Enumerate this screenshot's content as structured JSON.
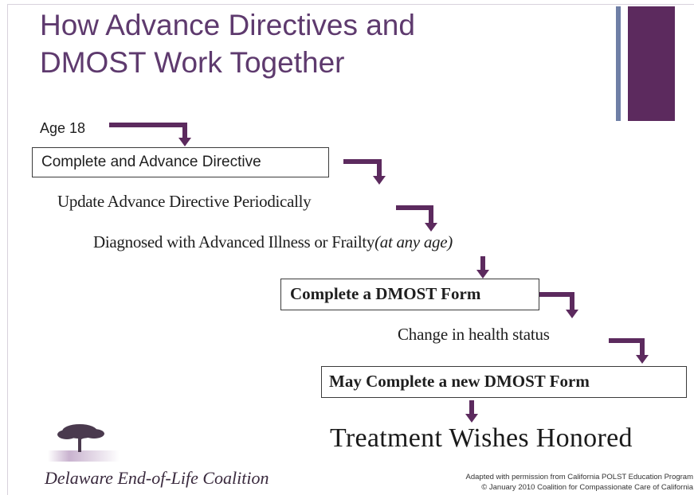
{
  "slide": {
    "title_line1": "How Advance Directives and",
    "title_line2": "DMOST Work Together",
    "accent_color": "#5c2a5e",
    "accent_line_color": "#6f7fa6",
    "title_color": "#5e3a6e"
  },
  "flow": {
    "steps": [
      {
        "text": "Age 18",
        "boxed": false
      },
      {
        "text": "Complete and Advance Directive",
        "boxed": true
      },
      {
        "text": "Update Advance Directive Periodically",
        "boxed": false
      },
      {
        "text": "Diagnosed with Advanced Illness or Frailty",
        "note": "(at any age)",
        "boxed": false
      },
      {
        "text": "Complete a DMOST Form",
        "boxed": true
      },
      {
        "text": "Change in  health status",
        "boxed": false
      },
      {
        "text": "May Complete a new DMOST Form",
        "boxed": true
      },
      {
        "text": "Treatment  Wishes  Honored",
        "boxed": false
      }
    ],
    "arrow_color": "#5c2a5e"
  },
  "footer": {
    "org_name": "Delaware End-of-Life Coalition",
    "logo_icon": "tree-icon",
    "credit_line1": "Adapted with permission from California POLST Education Program",
    "credit_line2": "© January 2010  Coalition for Compassionate Care of California"
  }
}
